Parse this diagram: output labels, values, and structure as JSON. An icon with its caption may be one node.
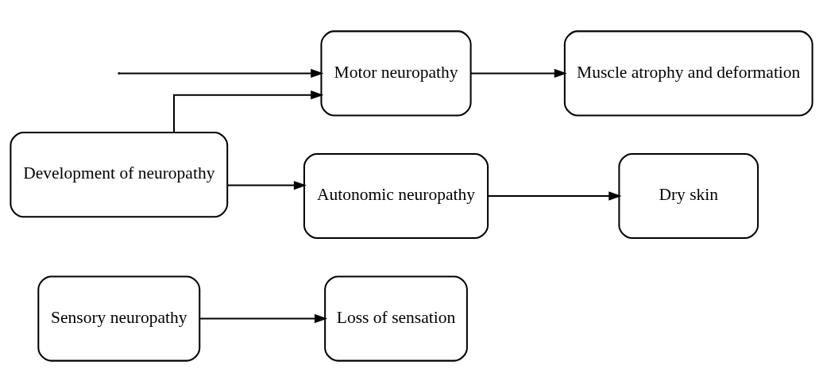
{
  "diagram": {
    "nodes": [
      {
        "text": [
          "Sensory neuropathy"
        ]
      },
      {
        "text": [
          "Loss of sensation"
        ]
      },
      {
        "text": [
          "Development of neuropathy"
        ]
      },
      {
        "text": [
          "Motor neuropathy"
        ]
      },
      {
        "text": [
          "Muscle atrophy and deformation"
        ]
      },
      {
        "text": [
          "Autonomic neuropathy"
        ]
      },
      {
        "text": [
          "Dry skin"
        ]
      }
    ],
    "edges": [
      {
        "from": 2,
        "to": 3,
        "arrow": "to"
      },
      {
        "from": null,
        "to": 3,
        "arrow": "to"
      },
      {
        "from": 2,
        "to": 5,
        "arrow": "to"
      },
      {
        "from": 0,
        "to": 1,
        "arrow": "to"
      },
      {
        "from": 3,
        "to": 4,
        "arrow": "to"
      },
      {
        "from": 5,
        "to": 6,
        "arrow": "to"
      }
    ]
  }
}
